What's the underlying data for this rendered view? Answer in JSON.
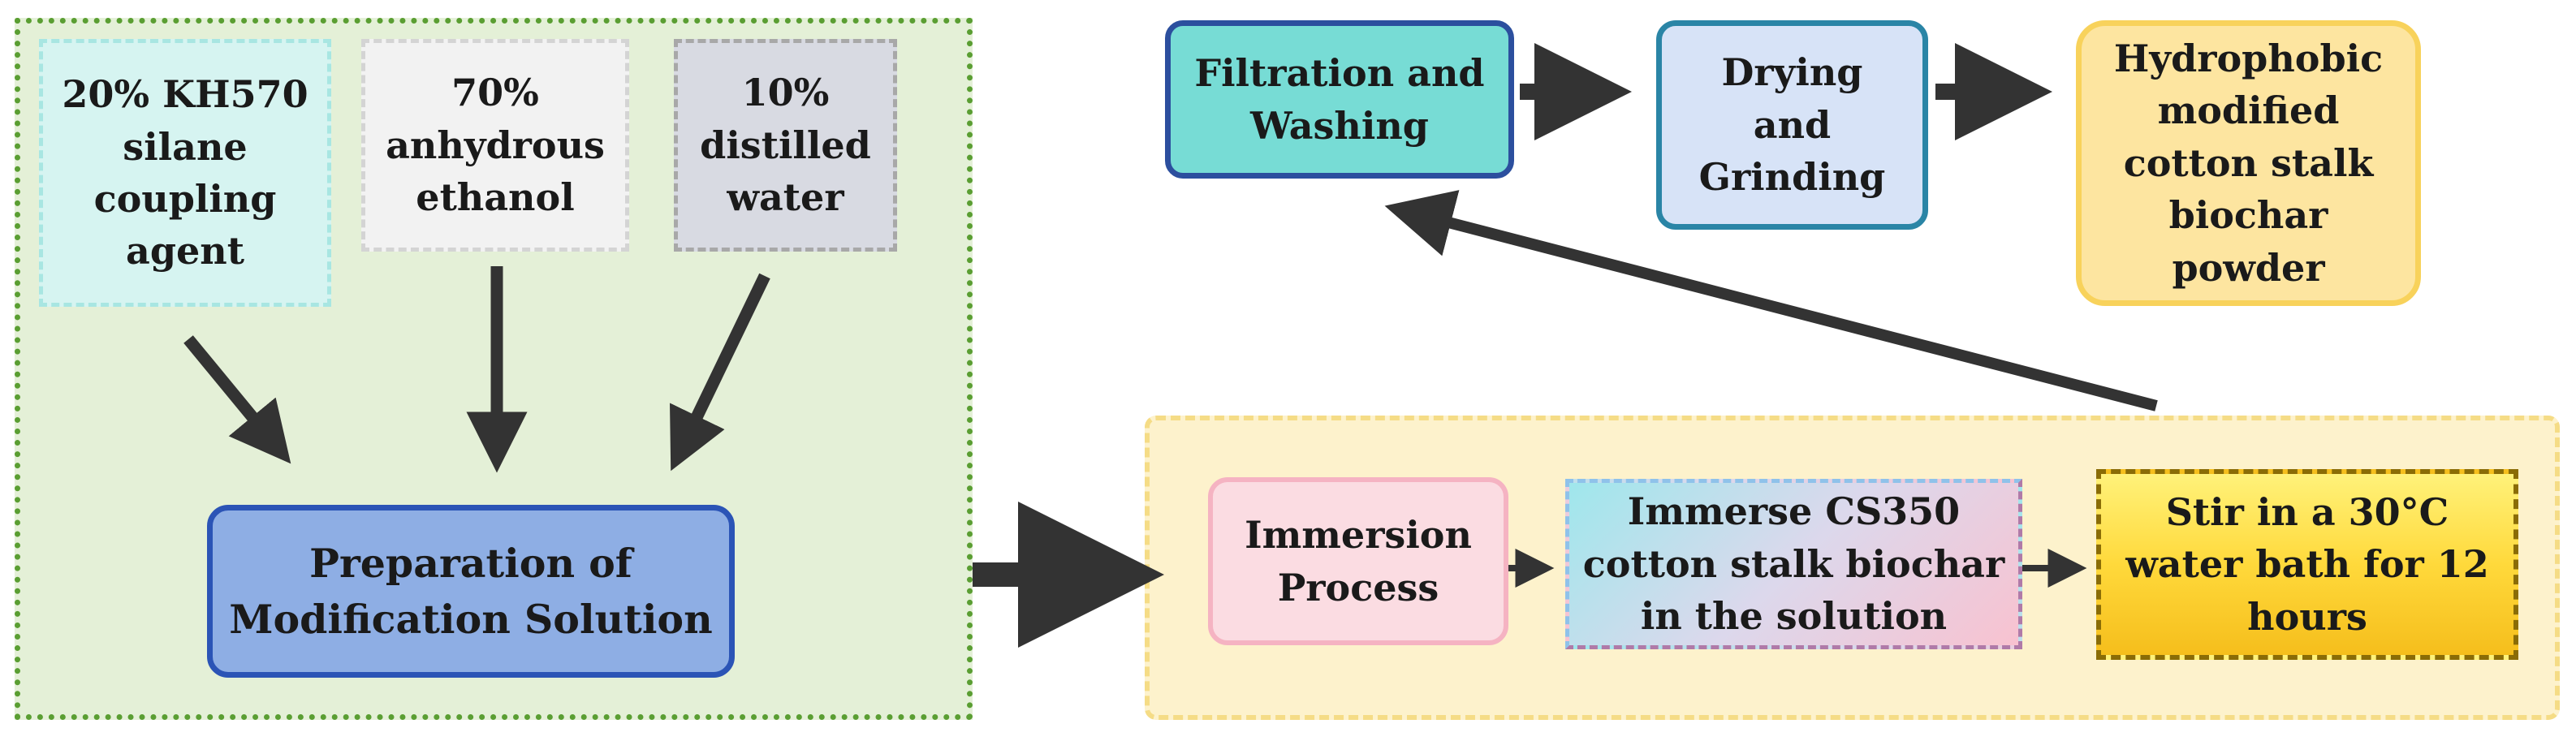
{
  "boxes": {
    "kh570": [
      "20% KH570",
      "silane",
      "coupling",
      "agent"
    ],
    "ethanol": [
      "70%",
      "anhydrous",
      "ethanol"
    ],
    "water": [
      "10%",
      "distilled",
      "water"
    ],
    "preparation": [
      "Preparation of",
      "Modification Solution"
    ],
    "filtration": [
      "Filtration and",
      "Washing"
    ],
    "drying": [
      "Drying",
      "and",
      "Grinding"
    ],
    "hydrophobic": [
      "Hydrophobic",
      "modified",
      "cotton stalk",
      "biochar",
      "powder"
    ],
    "immersion_process": [
      "Immersion",
      "Process"
    ],
    "immerse": [
      "Immerse CS350",
      "cotton stalk biochar",
      "in the solution"
    ],
    "stir": [
      "Stir in a 30°C",
      "water bath for 12",
      "hours"
    ]
  },
  "colors": {
    "arrow": "#333333",
    "prep_group_bg": "#e4f0d7",
    "prep_group_border": "#5a9e32",
    "immersion_group_bg": "#fdf2cc",
    "preparation_box": "#8eaee4",
    "filtration_box": "#77dcd5",
    "hydrophobic_box": "#fde5a0"
  }
}
